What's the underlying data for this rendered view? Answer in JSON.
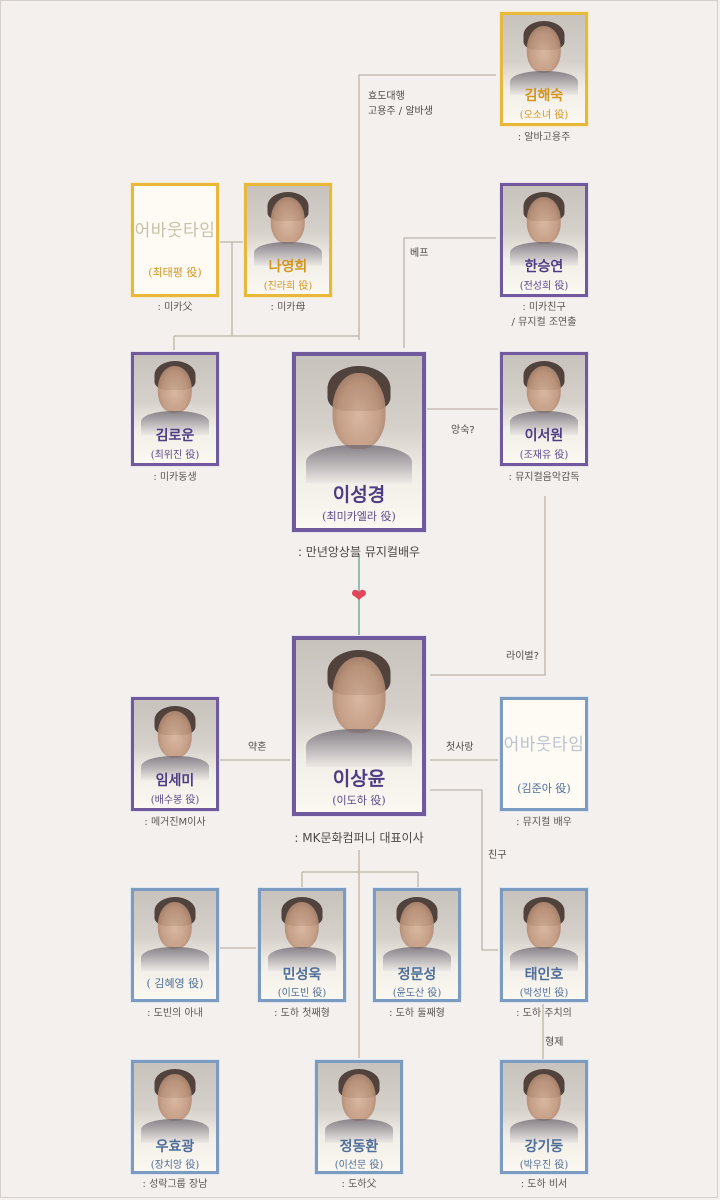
{
  "colors": {
    "gold": "#e8b83c",
    "violet": "#6f5a9e",
    "blue": "#7c9bc1",
    "line": "#bdb4aa",
    "heart": "#e2445a",
    "background": "#f3f0ed"
  },
  "placeholder_text": "어바웃타임",
  "characters": {
    "kim_haesuk": {
      "name": "김해숙",
      "role": "(오소녀 役)",
      "desc": ": 알바고용주"
    },
    "choi_taepyeong": {
      "name": "",
      "role": "(최태평 役)",
      "desc": ": 미카父"
    },
    "na_younghee": {
      "name": "나영희",
      "role": "(진라희 役)",
      "desc": ": 미카母"
    },
    "han_seungyeon": {
      "name": "한승연",
      "role": "(전성희 役)",
      "desc1": ": 미카친구",
      "desc2": "/ 뮤지컬 조연출"
    },
    "kim_rowoon": {
      "name": "김로운",
      "role": "(최위진 役)",
      "desc": ": 미카동생"
    },
    "lee_sungkyung": {
      "name": "이성경",
      "role": "(최미카엘라 役)",
      "desc": ": 만년앙상블 뮤지컬배우"
    },
    "lee_seowon": {
      "name": "이서원",
      "role": "(조재유 役)",
      "desc": ": 뮤지컬음악감독"
    },
    "lee_sangyoon": {
      "name": "이상윤",
      "role": "(이도하 役)",
      "desc": ": MK문화컴퍼니 대표이사"
    },
    "im_semi": {
      "name": "임세미",
      "role": "(배수봉 役)",
      "desc": ": 메거진M이사"
    },
    "kim_junah": {
      "name": "",
      "role": "(김준아 役)",
      "desc": ": 뮤지컬 배우"
    },
    "kim_hyeyoung": {
      "name": "",
      "role": "( 김혜영 役)",
      "desc": ": 도빈의 아내"
    },
    "min_sungwook": {
      "name": "민성욱",
      "role": "(이도빈 役)",
      "desc": ": 도하 첫째형"
    },
    "jung_moonsung": {
      "name": "정문성",
      "role": "(윤도산 役)",
      "desc": ": 도하 둘째형"
    },
    "tae_inho": {
      "name": "태인호",
      "role": "(박성빈 役)",
      "desc": ": 도하 주치의"
    },
    "woo_hyokwang": {
      "name": "우효광",
      "role": "(장치앙 役)",
      "desc": ": 성락그룹 장남"
    },
    "jung_donghwan": {
      "name": "정동환",
      "role": "(이선문 役)",
      "desc": ": 도하父"
    },
    "kang_kideung": {
      "name": "강기둥",
      "role": "(박우진 役)",
      "desc": ": 도하 비서"
    }
  },
  "relations": {
    "employer_1": "효도대행",
    "employer_2": "고용주 / 알바생",
    "best_friend": "베프",
    "enemy": "앙숙?",
    "rival": "라이벌?",
    "fiancee": "약혼",
    "first_love": "첫사랑",
    "friend": "친구",
    "brothers": "형제"
  }
}
